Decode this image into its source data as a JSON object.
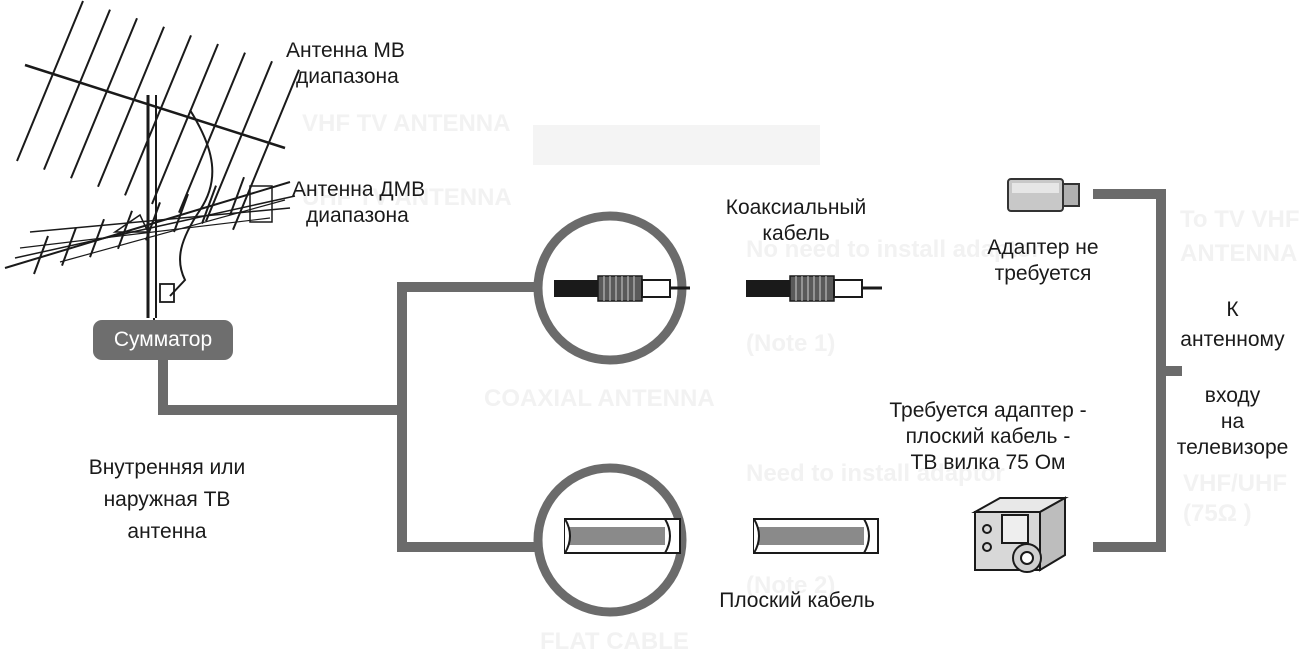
{
  "labels": {
    "vhf_antenna": [
      "Антенна МВ",
      "диапазона"
    ],
    "uhf_antenna": [
      "Антенна ДМВ",
      "диапазона"
    ],
    "combiner": "Сумматор",
    "indoor_outdoor": [
      "Внутренняя или",
      "наружная ТВ",
      "антенна"
    ],
    "coaxial_cable": [
      "Коаксиальный",
      "кабель"
    ],
    "no_adapter": [
      "Адаптер не",
      "требуется"
    ],
    "to_antenna_input": [
      "К",
      "антенному",
      "входу",
      "на",
      "телевизоре"
    ],
    "adapter_required": [
      "Требуется адаптер -",
      "плоский кабель -",
      "ТВ вилка 75 Ом"
    ],
    "flat_cable": "Плоский кабель"
  },
  "ghost_text": {
    "vhf_tv_antenna": "VHF TV ANTENNA",
    "uhf_tv_antenna": "UHF TV ANTENNA",
    "no_need_to_install": "No need to install adaptor",
    "note1": "(Note 1)",
    "coaxial_antenna": "COAXIAL ANTENNA",
    "need_to_install": "Need to install adaptor",
    "note2": "(Note 2)",
    "flat_cable": "FLAT CABLE",
    "to_tv_vhf": "To TV VHF",
    "antenna": "ANTENNA",
    "vhf_uhf": "VHF/UHF",
    "ohm75": "(75Ω )"
  },
  "colors": {
    "wire": "#6b6b6b",
    "line": "#1a1a1a",
    "combiner_bg": "#6e6e6e",
    "ghost": "#f2f2f2"
  }
}
